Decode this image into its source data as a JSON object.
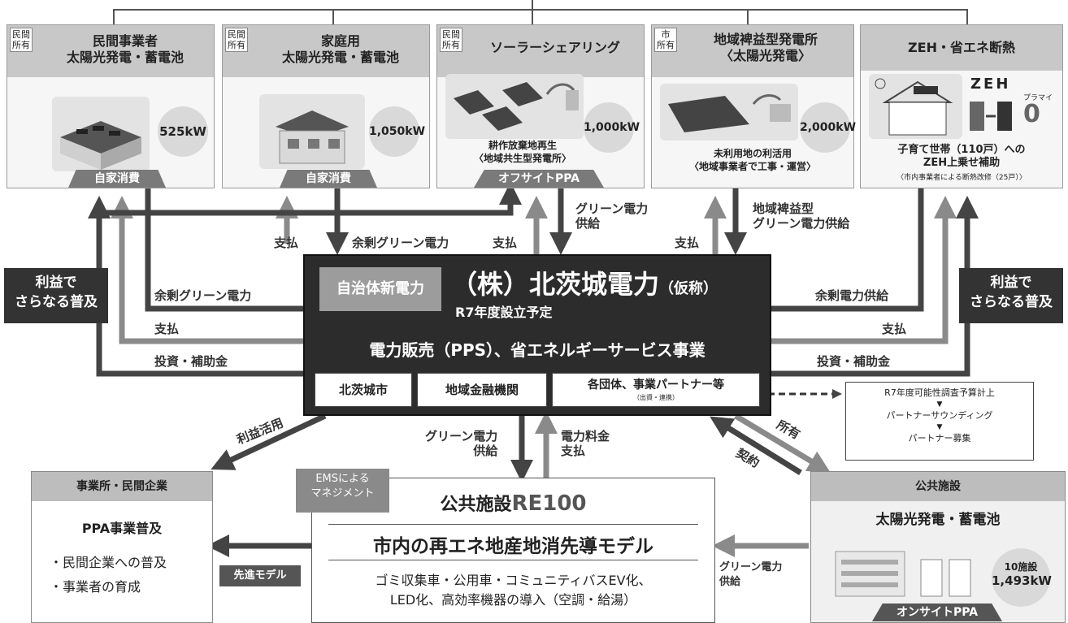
{
  "top_cards": [
    {
      "owner": "民間\n所有",
      "title": "民間事業者\n太陽光発電・蓄電池",
      "capacity": "525kW",
      "note": "",
      "tab": "自家消費",
      "icon": "factory-solar-icon"
    },
    {
      "owner": "民間\n所有",
      "title": "家庭用\n太陽光発電・蓄電池",
      "capacity": "1,050kW",
      "note": "",
      "tab": "自家消費",
      "icon": "house-solar-icon"
    },
    {
      "owner": "民間\n所有",
      "title": "ソーラーシェアリング",
      "capacity": "1,000kW",
      "note": "耕作放棄地再生\n〈地域共生型発電所〉",
      "tab": "オフサイトPPA",
      "icon": "solar-farm-icon"
    },
    {
      "owner": "市\n所有",
      "title": "地域裨益型発電所\n〈太陽光発電〉",
      "capacity": "2,000kW",
      "note": "未利用地の利活用\n〈地域事業者で工事・運営〉",
      "tab": "",
      "icon": "solar-panel-icon"
    },
    {
      "owner": "",
      "title": "ZEH・省エネ断熱",
      "capacity": "",
      "note": "子育て世帯（110戸）への\nZEH上乗せ補助",
      "subnote": "〈市内事業者による断熱改修（25戸）〉",
      "tab": "",
      "icon": "zeh-house-icon",
      "zeh_text": "ZEH",
      "zero_label": "プラマイ",
      "zero_value": "0"
    }
  ],
  "flow_labels": {
    "pay1": "支払",
    "surplus_green": "余剰グリーン電力",
    "pay2": "支払",
    "green_supply": "グリーン電力\n供給",
    "pay3": "支払",
    "regional_green": "地域裨益型\nグリーン電力供給",
    "left_surplus": "余剰グリーン電力",
    "left_pay": "支払",
    "left_invest": "投資・補助金",
    "right_surplus": "余剰電力供給",
    "right_pay": "支払",
    "right_invest": "投資・補助金",
    "profit_use": "利益活用",
    "bottom_green": "グリーン電力\n供給",
    "bottom_fee": "電力料金\n支払",
    "own": "所有",
    "contract": "契約",
    "br_green": "グリーン電力\n供給"
  },
  "side_boxes": {
    "left": "利益で\nさらなる普及",
    "right": "利益で\nさらなる普及"
  },
  "center": {
    "tag": "自治体新電力",
    "title": "（株）北茨城電力",
    "title_suffix": "（仮称）",
    "subtitle": "R7年度設立予定",
    "business": "電力販売（PPS）、省エネルギーサービス事業",
    "partners": [
      {
        "label": "北茨城市",
        "sub": ""
      },
      {
        "label": "地域金融機関",
        "sub": ""
      },
      {
        "label": "各団体、事業パートナー等",
        "sub": "（出資・連携）"
      }
    ]
  },
  "flow_box": {
    "steps": [
      "R7年度可能性調査予算計上",
      "パートナーサウンディング",
      "パートナー募集"
    ],
    "arrow": "▼"
  },
  "left_bottom": {
    "head": "事業所・民間企業",
    "title": "PPA事業普及",
    "items": [
      "・民間企業への普及",
      "・事業者の育成"
    ],
    "tag": "先進モデル"
  },
  "center_bottom": {
    "ems": "EMSによる\nマネジメント",
    "title_prefix": "公共施設",
    "title_accent": "RE100",
    "model": "市内の再エネ地産地消先導モデル",
    "desc": "ゴミ収集車・公用車・コミュニティバスEV化、\nLED化、高効率機器の導入（空調・給湯）"
  },
  "right_bottom": {
    "head": "公共施設",
    "title": "太陽光発電・蓄電池",
    "count": "10施設",
    "capacity": "1,493kW",
    "tab": "オンサイトPPA",
    "icon": "public-building-solar-icon"
  }
}
